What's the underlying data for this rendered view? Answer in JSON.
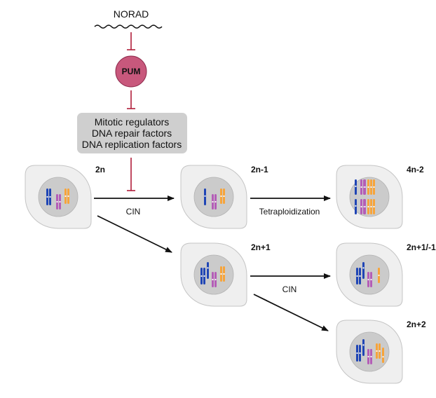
{
  "colors": {
    "inhibit": "#b01e3a",
    "pum_fill": "#c8587c",
    "pum_stroke": "#8e2a4c",
    "box_fill": "#cfcfcf",
    "cell_fill": "#efefef",
    "cell_stroke": "#c4c4c4",
    "nucleus_fill": "#cbcbcb",
    "nucleus_stroke": "#b2b2b2",
    "chr_blue": "#1f45b5",
    "chr_purple": "#b45db7",
    "chr_orange": "#f7a43a",
    "arrow": "#111111"
  },
  "pathway": {
    "norad_label": "NORAD",
    "pum_label": "PUM",
    "targets": [
      "Mitotic regulators",
      "DNA repair factors",
      "DNA replication factors"
    ]
  },
  "cells": [
    {
      "id": "2n",
      "label": "2n",
      "karyotype": {
        "blue": 2,
        "purple": 2,
        "orange": 2
      }
    },
    {
      "id": "2n-1",
      "label": "2n-1",
      "karyotype": {
        "blue": 1,
        "purple": 2,
        "orange": 2
      }
    },
    {
      "id": "4n-2",
      "label": "4n-2",
      "karyotype": {
        "blue": 2,
        "purple": 4,
        "orange": 4
      }
    },
    {
      "id": "2n+1",
      "label": "2n+1",
      "karyotype": {
        "blue": 3,
        "purple": 2,
        "orange": 2
      }
    },
    {
      "id": "2n+1/-1",
      "label": "2n+1/-1",
      "karyotype": {
        "blue": 3,
        "purple": 2,
        "orange": 1
      }
    },
    {
      "id": "2n+2",
      "label": "2n+2",
      "karyotype": {
        "blue": 3,
        "purple": 2,
        "orange": 3
      }
    }
  ],
  "transitions": [
    {
      "from": "2n",
      "to": "2n-1",
      "label": "CIN"
    },
    {
      "from": "2n",
      "to": "2n+1",
      "label": ""
    },
    {
      "from": "2n-1",
      "to": "4n-2",
      "label": "Tetraploidization"
    },
    {
      "from": "2n+1",
      "to": "2n+1/-1",
      "label": "CIN"
    },
    {
      "from": "2n+1",
      "to": "2n+2",
      "label": ""
    }
  ]
}
